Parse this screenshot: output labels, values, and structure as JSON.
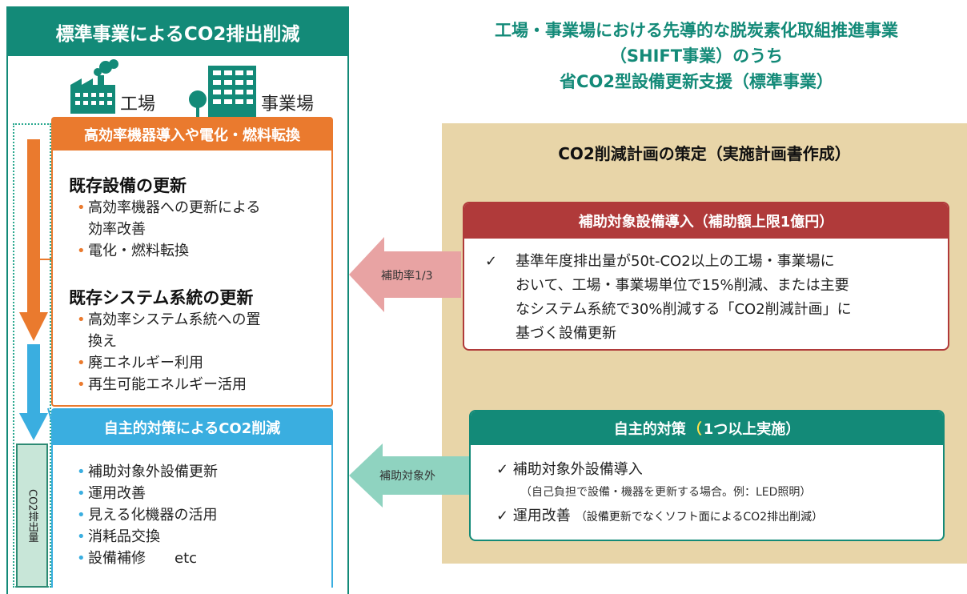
{
  "left": {
    "header": "標準事業によるCO2排出削減",
    "factory_label": "工場",
    "office_label": "事業場",
    "orange_box": {
      "header": "高効率機器導入や電化・燃料転換",
      "section1_title": "既存設備の更新",
      "section1_items": [
        "高効率機器への更新による",
        "効率改善",
        "電化・燃料転換"
      ],
      "section2_title": "既存システム系統の更新",
      "section2_items": [
        "高効率システム系統への置",
        "換え",
        "廃エネルギー利用",
        "再生可能エネルギー活用"
      ]
    },
    "blue_box": {
      "header": "自主的対策によるCO2削減",
      "items": [
        "補助対象外設備更新",
        "運用改善",
        "見える化機器の活用",
        "消耗品交換",
        "設備補修　　etc"
      ]
    },
    "co2_bar_label": "CO2排出量"
  },
  "right": {
    "title_lines": [
      "工場・事業場における先導的な脱炭素化取組推進事業",
      "（SHIFT事業）のうち",
      "省CO2型設備更新支援（標準事業）"
    ],
    "plan_title": "CO2削減計画の策定（実施計画書作成）",
    "red_box": {
      "header": "補助対象設備導入（補助額上限1億円）",
      "check": "✓",
      "body_lines": [
        "基準年度排出量が50t-CO2以上の工場・事業場に",
        "おいて、工場・事業場単位で15%削減、または主要",
        "なシステム系統で30%削減する「CO2削減計画」に",
        "基づく設備更新"
      ]
    },
    "green_box": {
      "header_pre": "自主的対策",
      "header_hl": "（",
      "header_post": "1つ以上実施）",
      "item1": "✓ 補助対象外設備導入",
      "item1_note": "（自己負担で設備・機器を更新する場合。例：LED照明）",
      "item2_main": "✓ 運用改善",
      "item2_note": "（設備更新でなくソフト面によるCO2排出削減）"
    }
  },
  "arrows": {
    "subsidy_rate": "補助率1/3",
    "not_covered": "補助対象外"
  },
  "colors": {
    "teal": "#138a78",
    "orange": "#ea7a2e",
    "blue": "#3aaee0",
    "red": "#b03a3a",
    "tan": "#e8d5a8",
    "pink_arrow": "#e8a3a3",
    "mint_arrow": "#8fd3c0"
  }
}
